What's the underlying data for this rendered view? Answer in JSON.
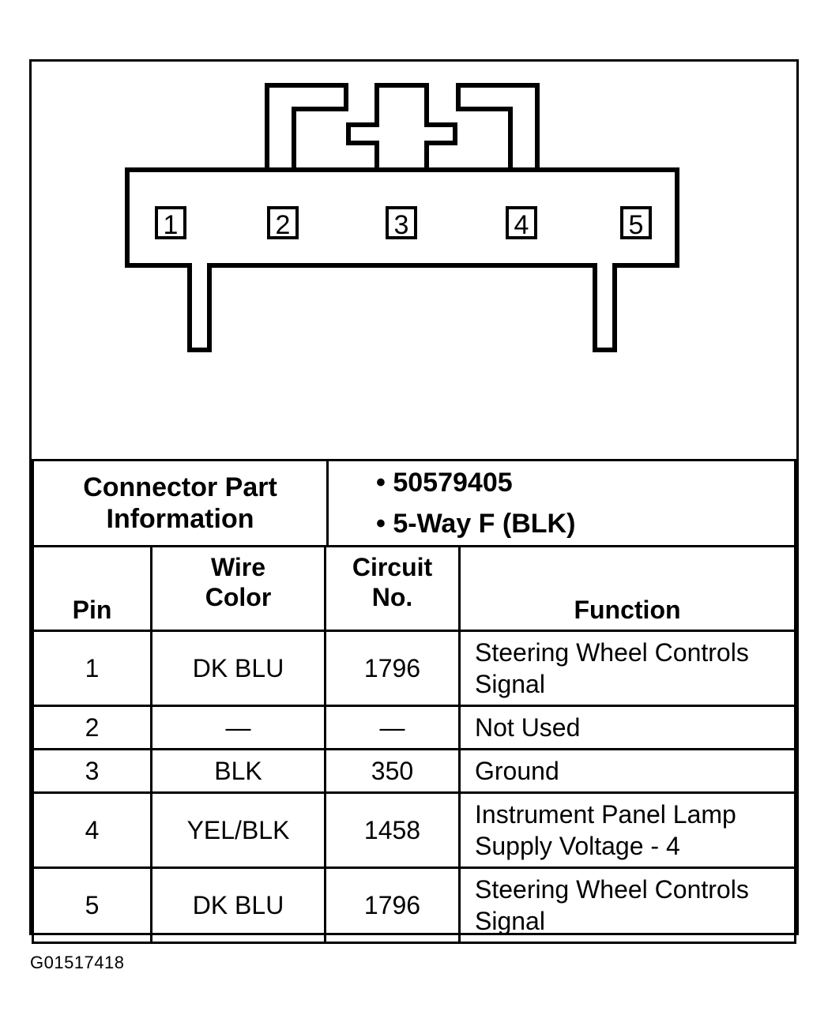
{
  "connector": {
    "pins": [
      "1",
      "2",
      "3",
      "4",
      "5"
    ]
  },
  "part_info": {
    "label_line1": "Connector Part",
    "label_line2": "Information",
    "bullets": [
      "50579405",
      "5-Way F (BLK)"
    ],
    "bullet_char": "•"
  },
  "table": {
    "headers": {
      "pin": "Pin",
      "wire_color_1": "Wire",
      "wire_color_2": "Color",
      "circuit_1": "Circuit",
      "circuit_2": "No.",
      "function": "Function"
    },
    "rows": [
      {
        "pin": "1",
        "wire_color": "DK BLU",
        "circuit": "1796",
        "function_1": "Steering Wheel Controls",
        "function_2": "Signal"
      },
      {
        "pin": "2",
        "wire_color": "—",
        "circuit": "—",
        "function_1": "Not Used",
        "function_2": ""
      },
      {
        "pin": "3",
        "wire_color": "BLK",
        "circuit": "350",
        "function_1": "Ground",
        "function_2": ""
      },
      {
        "pin": "4",
        "wire_color": "YEL/BLK",
        "circuit": "1458",
        "function_1": "Instrument Panel Lamp",
        "function_2": "Supply Voltage - 4"
      },
      {
        "pin": "5",
        "wire_color": "DK BLU",
        "circuit": "1796",
        "function_1": "Steering Wheel Controls",
        "function_2": "Signal"
      }
    ]
  },
  "figure_id": "G01517418"
}
